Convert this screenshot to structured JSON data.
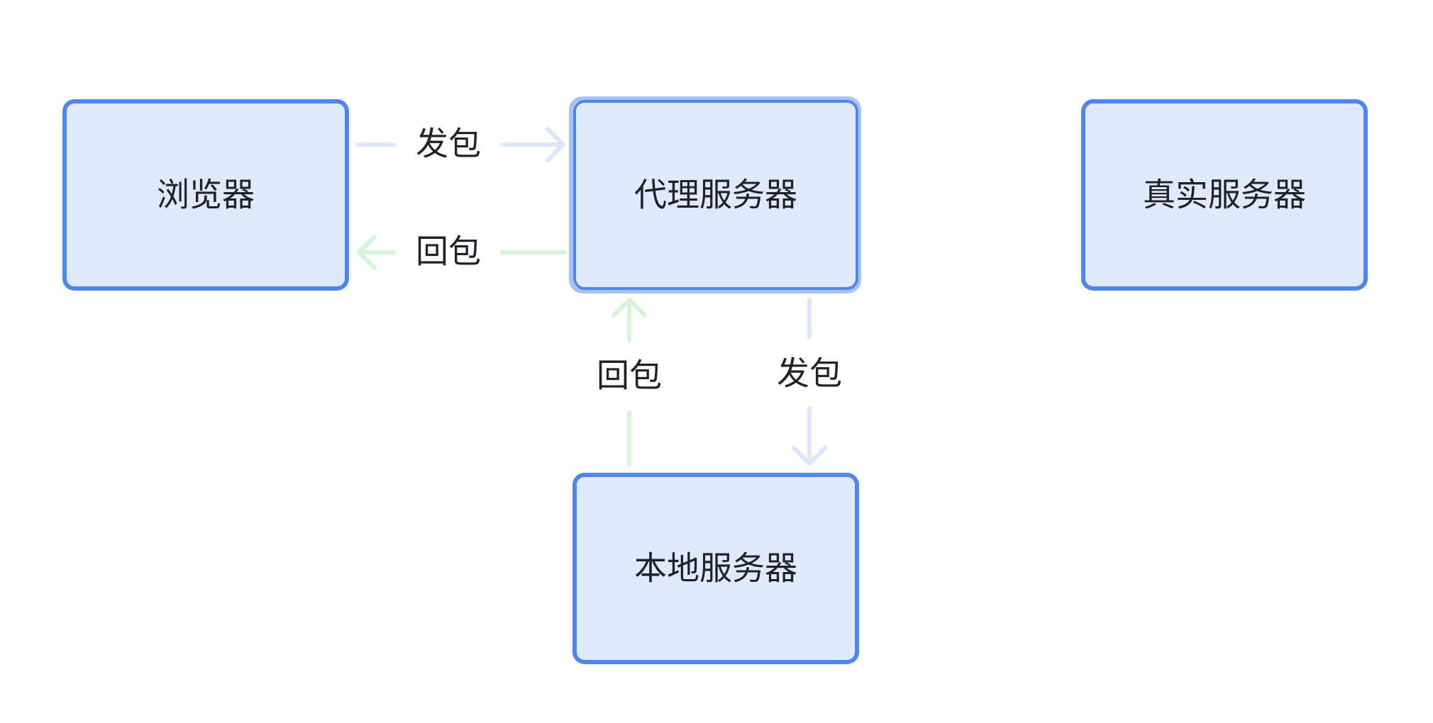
{
  "colors": {
    "node_fill": "#e1eafc",
    "node_border": "#4f86ee",
    "node_border_selected": "#a8c2f6",
    "edge_send": "#dce6fb",
    "edge_return": "#d6f4d8",
    "text": "#1f2328"
  },
  "nodes": {
    "browser": {
      "label": "浏览器"
    },
    "proxy_server": {
      "label": "代理服务器"
    },
    "real_server": {
      "label": "真实服务器"
    },
    "local_server": {
      "label": "本地服务器"
    }
  },
  "edges": {
    "browser_to_proxy": {
      "label": "发包"
    },
    "proxy_to_browser": {
      "label": "回包"
    },
    "local_to_proxy": {
      "label": "回包"
    },
    "proxy_to_local": {
      "label": "发包"
    }
  }
}
